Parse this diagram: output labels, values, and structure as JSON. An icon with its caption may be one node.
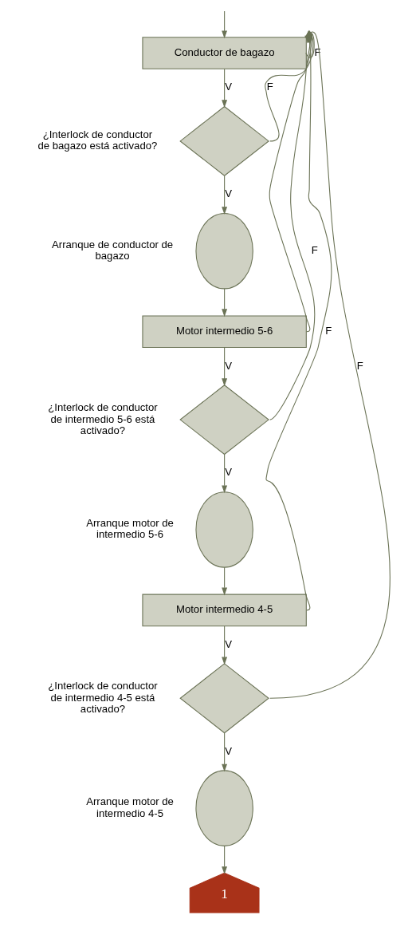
{
  "diagram": {
    "nodes": [
      {
        "text": [
          "Conductor de bagazo"
        ]
      },
      {
        "text": [],
        "shape": "diamond",
        "beside": [
          "¿Interlock de conductor de bagazo está activado?"
        ]
      },
      {
        "text": [],
        "shape": "circle",
        "beside": [
          "Arranque de conductor de bagazo"
        ]
      },
      {
        "text": [
          "Motor intermedio 5-6"
        ]
      },
      {
        "text": [],
        "shape": "diamond",
        "beside": [
          "¿Interlock de conductor de intermedio 5-6 está activado?"
        ]
      },
      {
        "text": [],
        "shape": "circle",
        "beside": [
          "Arranque motor de intermedio 5-6"
        ]
      },
      {
        "text": [
          "Motor intermedio 4-5"
        ]
      },
      {
        "text": [],
        "shape": "diamond",
        "beside": [
          "¿Interlock de conductor de intermedio 4-5 está activado?"
        ]
      },
      {
        "text": [],
        "shape": "circle",
        "beside": [
          "Arranque motor de intermedio 4-5"
        ]
      },
      {
        "text": [
          "1"
        ]
      }
    ],
    "edges": [
      {
        "from": null,
        "to": 0,
        "arrow": "to"
      },
      {
        "from": 0,
        "to": 1,
        "arrow": "to",
        "label": "V"
      },
      {
        "from": 1,
        "to": 2,
        "arrow": "to",
        "label": "V"
      },
      {
        "from": 2,
        "to": 3,
        "arrow": "to"
      },
      {
        "from": 3,
        "to": 4,
        "arrow": "to",
        "label": "V"
      },
      {
        "from": 4,
        "to": 5,
        "arrow": "to",
        "label": "V"
      },
      {
        "from": 5,
        "to": 6,
        "arrow": "to"
      },
      {
        "from": 6,
        "to": 7,
        "arrow": "to",
        "label": "V"
      },
      {
        "from": 7,
        "to": 8,
        "arrow": "to",
        "label": "V"
      },
      {
        "from": 8,
        "to": 9,
        "arrow": "to"
      },
      {
        "from": 0,
        "to": 0,
        "arrow": "to",
        "label": "F"
      },
      {
        "from": 1,
        "to": 0,
        "arrow": "to",
        "label": "F"
      },
      {
        "from": 3,
        "to": 0,
        "arrow": "to"
      },
      {
        "from": 4,
        "to": 0,
        "arrow": "to",
        "label": "F"
      },
      {
        "from": 6,
        "to": 0,
        "arrow": "to",
        "label": "F"
      },
      {
        "from": 7,
        "to": 0,
        "arrow": "to",
        "label": "F"
      }
    ]
  }
}
